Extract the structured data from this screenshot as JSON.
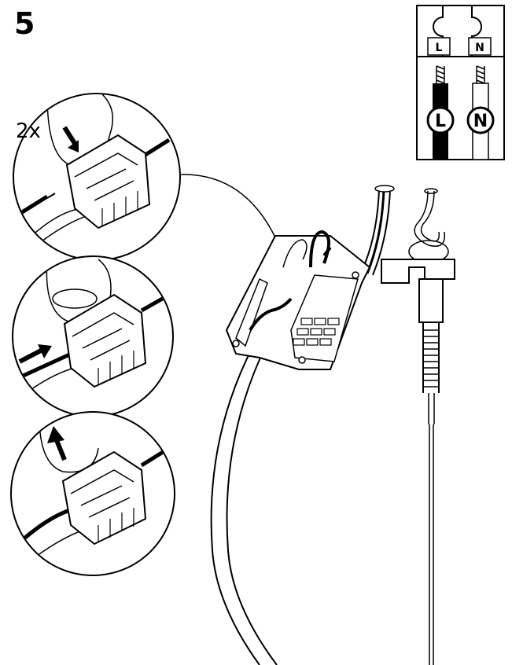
{
  "step": {
    "number": "5"
  },
  "callout": {
    "count_label": "2x"
  },
  "wiring_legend": {
    "live_label": "L",
    "neutral_label": "N",
    "live_symbol": "L",
    "neutral_symbol": "N"
  },
  "icons": [
    "press-down-arrow-icon",
    "push-in-arrow-icon",
    "lift-up-arrow-icon"
  ],
  "colors": {
    "line": "#000000",
    "background": "#ffffff",
    "live_wire": "#000000"
  }
}
